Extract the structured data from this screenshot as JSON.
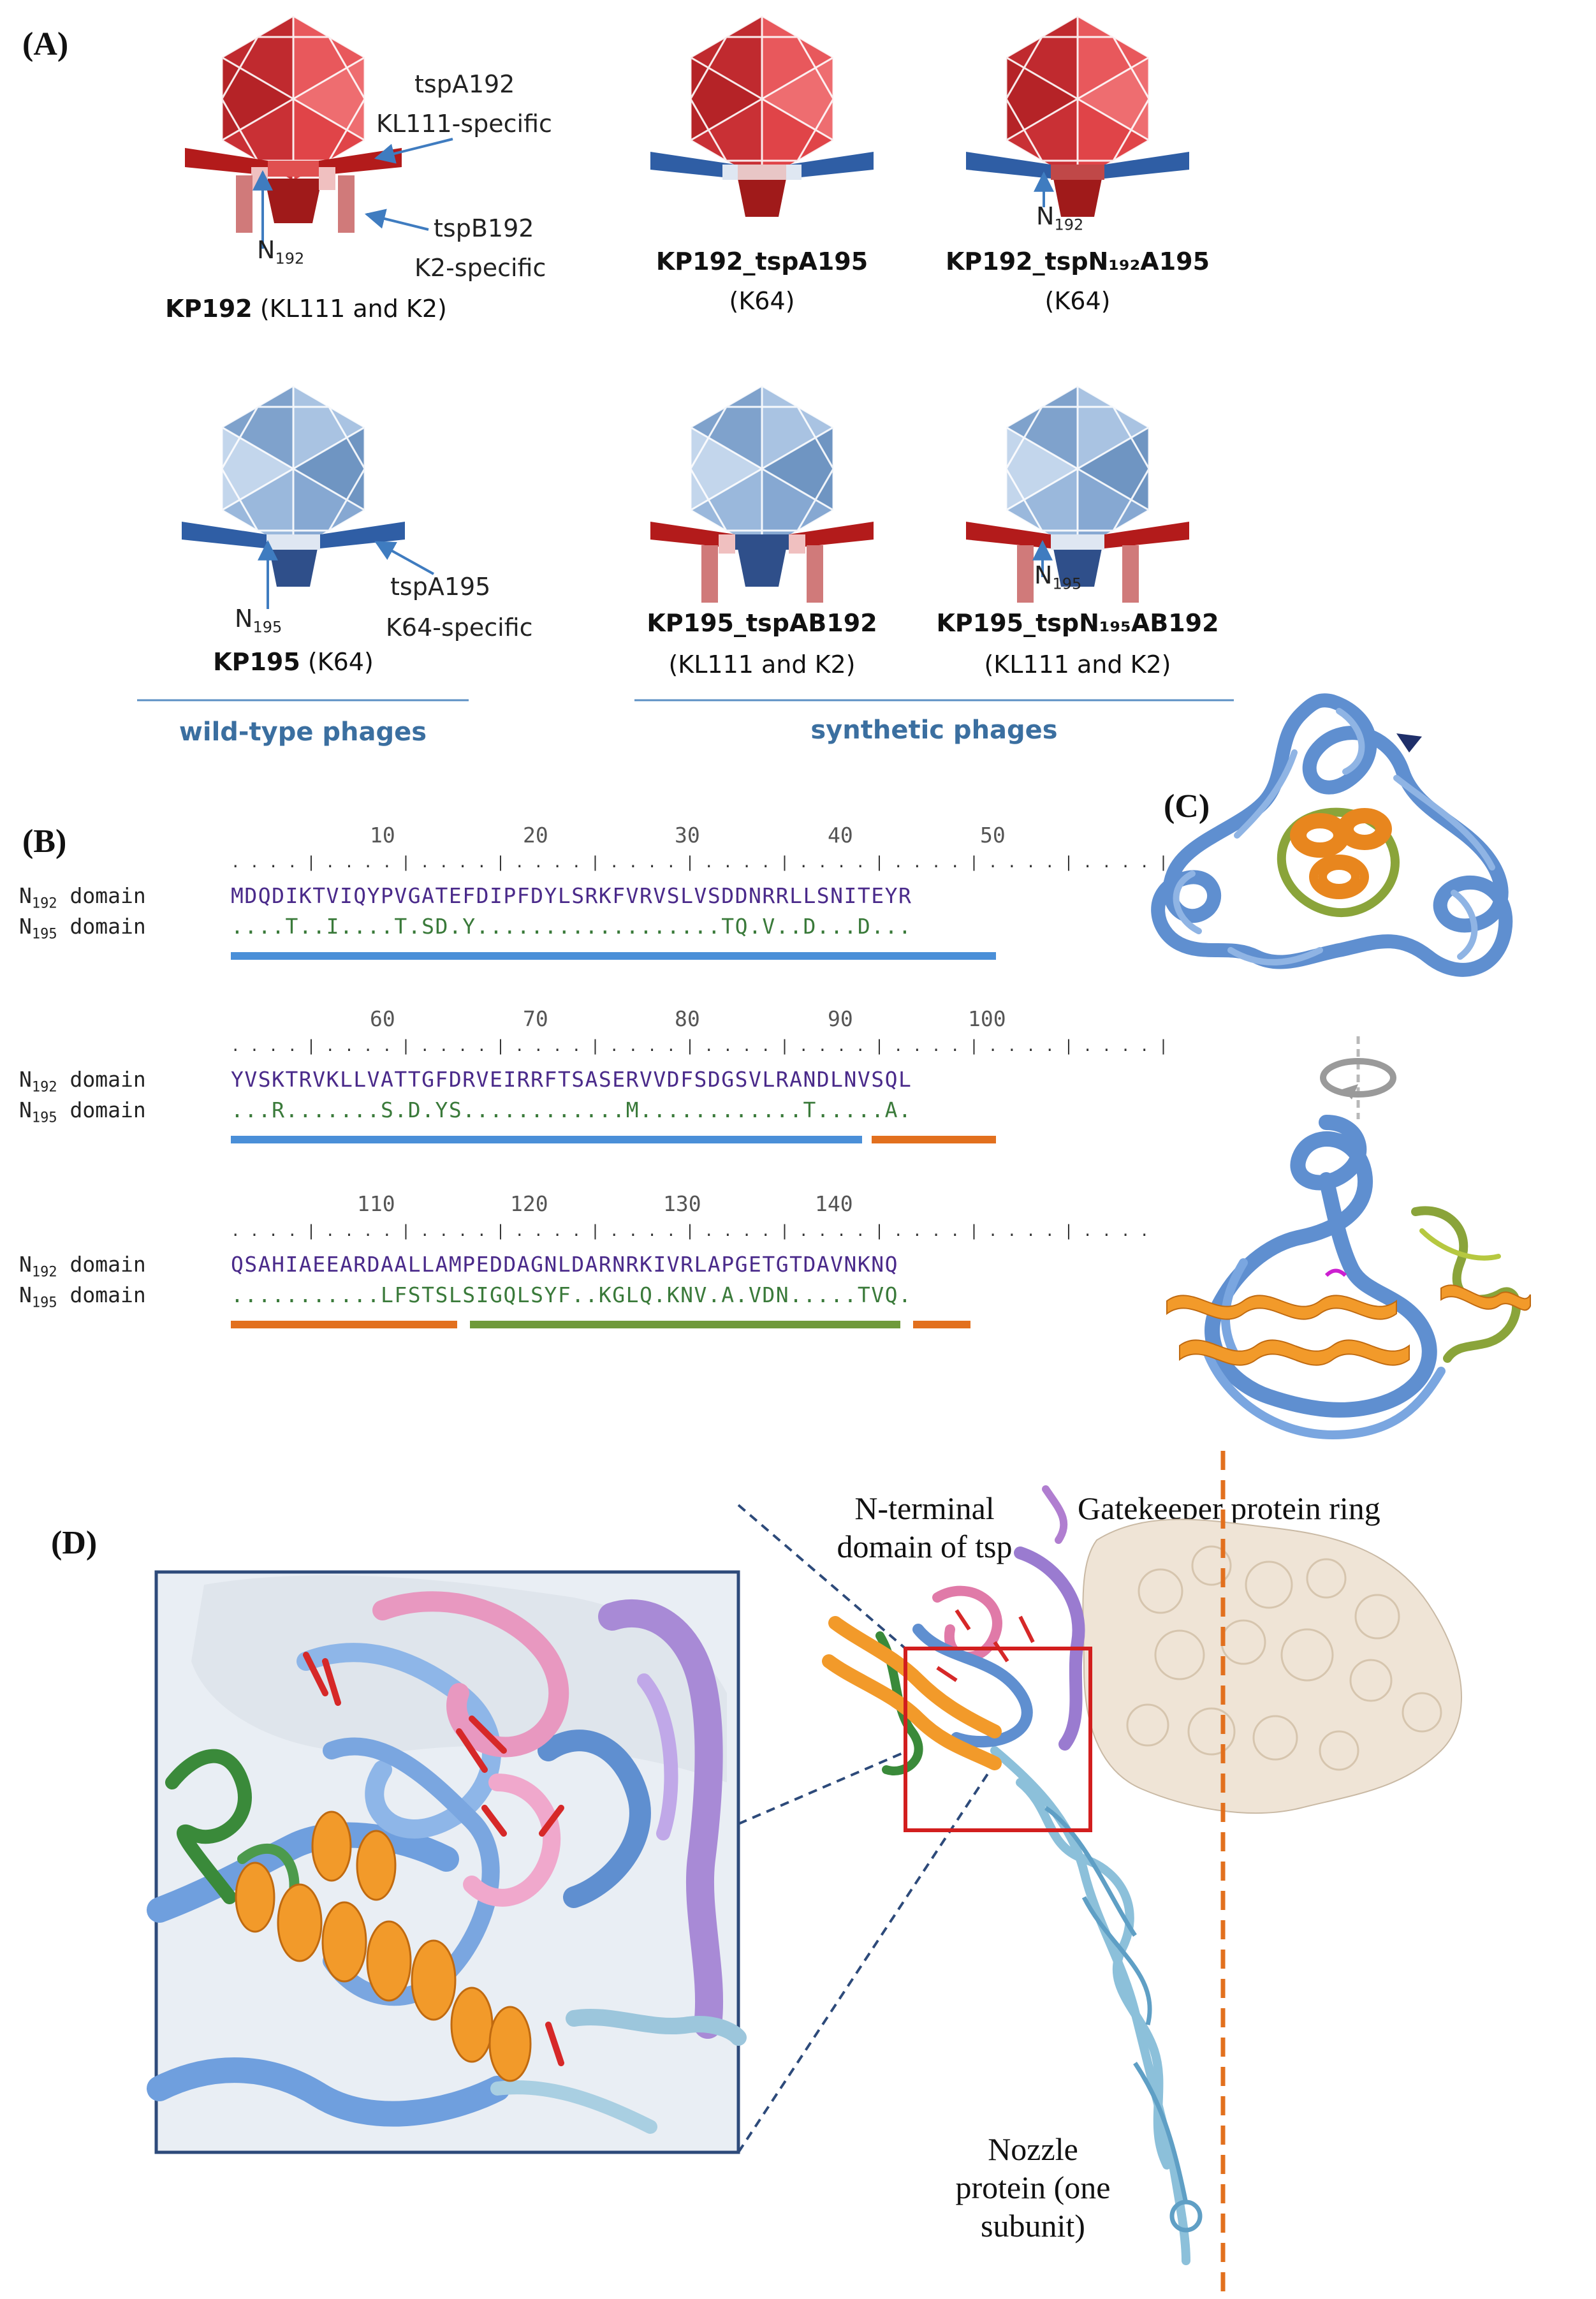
{
  "panels": {
    "a": "(A)",
    "b": "(B)",
    "c": "(C)",
    "d": "(D)"
  },
  "panel_a": {
    "phages": [
      {
        "bold": "KP192",
        "rest": " (KL111 and K2)"
      },
      {
        "bold": "KP192_tspA195",
        "rest": "(K64)"
      },
      {
        "bold": "KP192_tspN₁₉₂A195",
        "rest": "(K64)"
      },
      {
        "bold": "KP195",
        "rest": " (K64)"
      },
      {
        "bold": "KP195_tspAB192",
        "rest": "(KL111 and K2)"
      },
      {
        "bold": "KP195_tspN₁₉₅AB192",
        "rest": "(KL111 and K2)"
      }
    ],
    "annotations": {
      "tspA192": "tspA192",
      "kl111": "KL111-specific",
      "tspB192": "tspB192",
      "k2": "K2-specific",
      "n192": "N",
      "n192_sub": "192",
      "n192b": "N",
      "n192b_sub": "192",
      "tspA195": "tspA195",
      "k64": "K64-specific",
      "n195": "N",
      "n195_sub": "195",
      "n195b": "N",
      "n195b_sub": "195"
    },
    "group_labels": {
      "wild": "wild-type phages",
      "synthetic": "synthetic phages"
    },
    "colors": {
      "red_capsid": "#d8353a",
      "blue_capsid": "#8fb0d6",
      "red_fiber": "#b01818",
      "blue_fiber": "#2f5ea5",
      "pink_fiber": "#d98a8a"
    }
  },
  "panel_b": {
    "rows": [
      {
        "numbers": [
          "10",
          "20",
          "30",
          "40",
          "50"
        ],
        "ruler": ". . . . | . . . . | . . . . | . . . . | . . . . | . . . . | . . . . | . . . . | . . . . | . . . . |",
        "n192": "MDQDIKTVIQYPVGATEFDIPFDYLSRKFVRVSLVSDDNRRLLSNITEYR",
        "n195": "....T..I....T.SD.Y..................TQ.V..D...D..."
      },
      {
        "numbers": [
          "60",
          "70",
          "80",
          "90",
          "100"
        ],
        "ruler": ". . . . | . . . . | . . . . | . . . . | . . . . | . . . . | . . . . | . . . . | . . . . | . . . . |",
        "n192": "YVSKTRVKLLVATTGFDRVEIRRFTSASERVVDFSDGSVLRANDLNVSQL",
        "n195": "...R.......S.D.YS............M............T.....A."
      },
      {
        "numbers": [
          "110",
          "120",
          "130",
          "140"
        ],
        "ruler": ". . . . | . . . . | . . . . | . . . . | . . . . | . . . . | . . . . | . . . . | . . . . | . . . .",
        "n192": "QSAHIAEEARDAALLAMPEDDAGNLDARNRKIVRLAPGETGTDAVNKNQ",
        "n195": "...........LFSTSLSIGQLSYF..KGLQ.KNV.A.VDN.....TVQ."
      }
    ],
    "row_label_n192": "N",
    "row_label_n192_sub": "192",
    "row_label_n195": "N",
    "row_label_n195_sub": "195",
    "row_label_domain": " domain",
    "bar_colors": {
      "blue": "#4a8fd8",
      "orange": "#e2701e",
      "green": "#6f9a3a"
    }
  },
  "panel_d": {
    "n_terminal": "N-terminal\ndomain of tsp",
    "gatekeeper": "Gatekeeper protein ring",
    "nozzle": "Nozzle\nprotein (one\nsubunit)"
  }
}
